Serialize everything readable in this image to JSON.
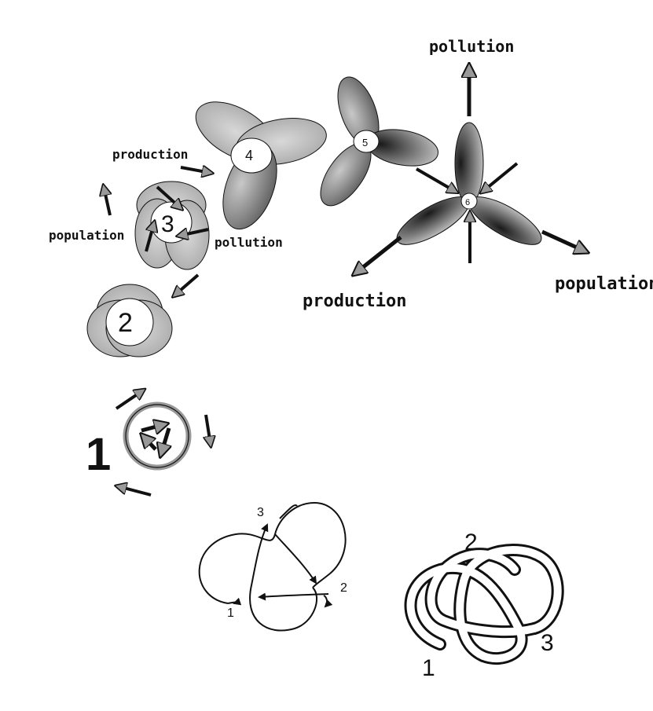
{
  "stages": {
    "s1": "1",
    "s2": "2",
    "s3": "3",
    "s4": "4",
    "s5": "5",
    "s6": "6"
  },
  "labels": {
    "production_small": "production",
    "population_small": "population",
    "pollution_small": "pollution",
    "pollution_top": "pollution",
    "production_big": "production",
    "population_big": "population"
  },
  "knot_diagram": {
    "n1": "1",
    "n2": "2",
    "n3": "3"
  },
  "knot_tube": {
    "n1": "1",
    "n2": "2",
    "n3": "3"
  },
  "colors": {
    "petal_light": "#bdbdbd",
    "petal_dark": "#4a4a4a",
    "stroke": "#111111"
  }
}
